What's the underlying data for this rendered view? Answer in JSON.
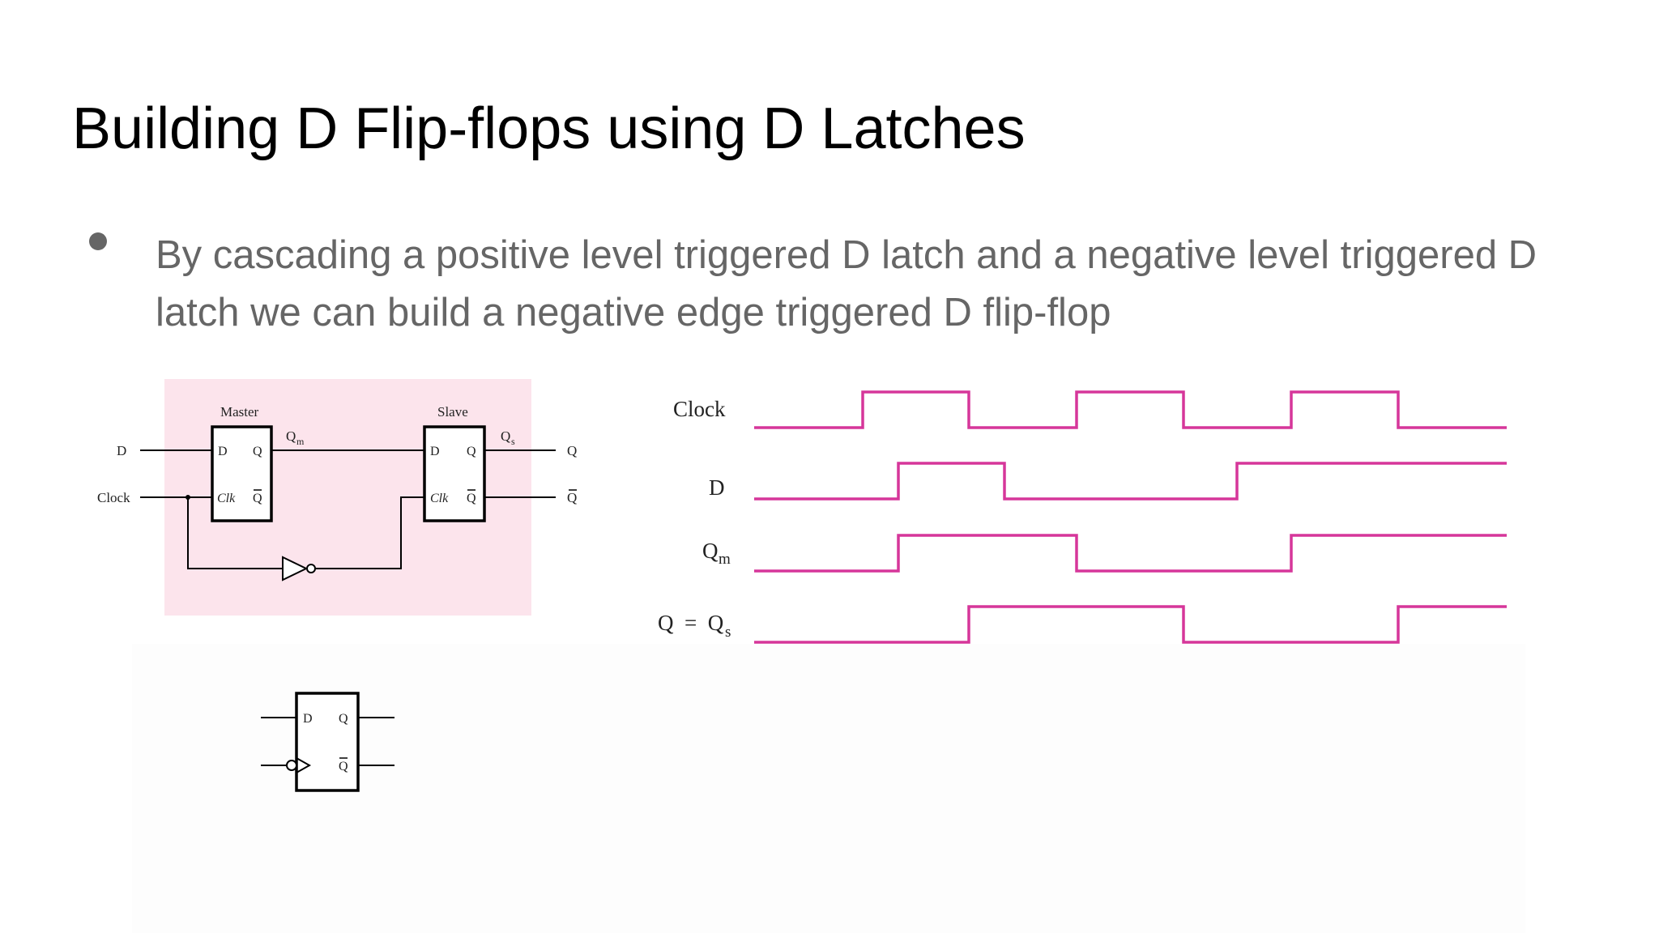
{
  "title": "Building D Flip-flops using D Latches",
  "bullet": "By cascading a positive level triggered D latch and a negative level triggered D latch we can build a negative edge triggered D flip-flop",
  "circuit": {
    "master_label": "Master",
    "slave_label": "Slave",
    "input_d": "D",
    "input_clock": "Clock",
    "pin_d": "D",
    "pin_q": "Q",
    "pin_clk": "Clk",
    "pin_qbar": "Q",
    "qm": "Q",
    "qm_sub": "m",
    "qs": "Q",
    "qs_sub": "s",
    "out_q": "Q",
    "out_qbar": "Q",
    "highlight_color": "#fce4ec"
  },
  "symbol": {
    "pin_d": "D",
    "pin_q": "Q",
    "pin_qbar": "Q"
  },
  "timing": {
    "line_color": "#d6369a",
    "clock": "Clock",
    "d": "D",
    "qm": "Q",
    "qm_sub": "m",
    "q_eq": "Q  =  Q",
    "q_eq_sub": "s",
    "signals": {
      "clock": [
        0,
        1,
        0,
        1,
        0,
        1,
        0
      ],
      "d": [
        0,
        1,
        0,
        1
      ],
      "qm": [
        0,
        1,
        0,
        1
      ],
      "q": [
        0,
        1,
        0,
        1
      ]
    }
  }
}
